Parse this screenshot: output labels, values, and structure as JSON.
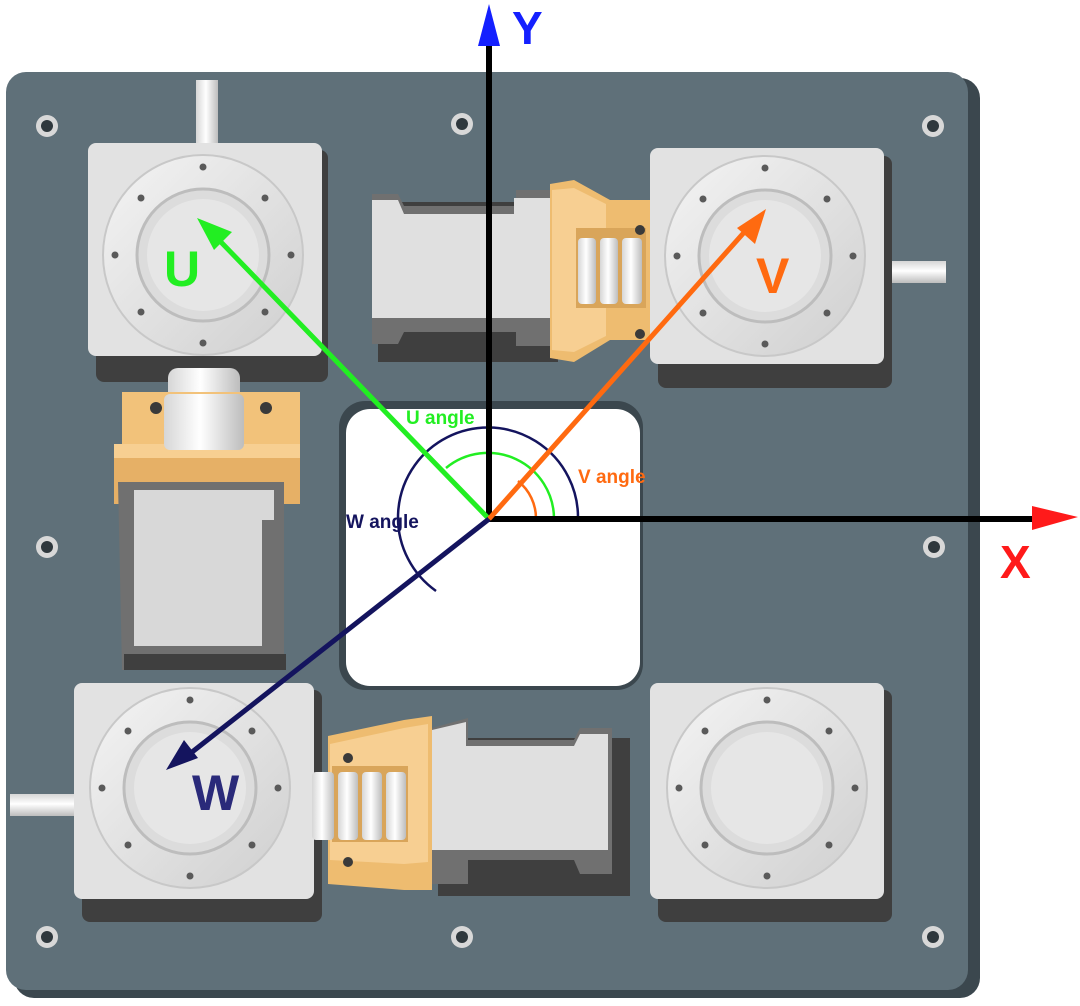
{
  "axes": {
    "x_label": "X",
    "y_label": "Y"
  },
  "vectors": {
    "u": {
      "label": "U",
      "angle_label": "U angle",
      "color": "#22ee22"
    },
    "v": {
      "label": "V",
      "angle_label": "V angle",
      "color": "#ff6a10"
    },
    "w": {
      "label": "W",
      "angle_label": "W angle",
      "color": "#14145e"
    }
  },
  "colors": {
    "plate": "#5f7079",
    "plate_shadow": "#3b474e",
    "x_axis": "#ff1a1a",
    "y_axis": "#1420ff",
    "metal": "#e4e4e4",
    "bracket": "#f2c27a"
  }
}
